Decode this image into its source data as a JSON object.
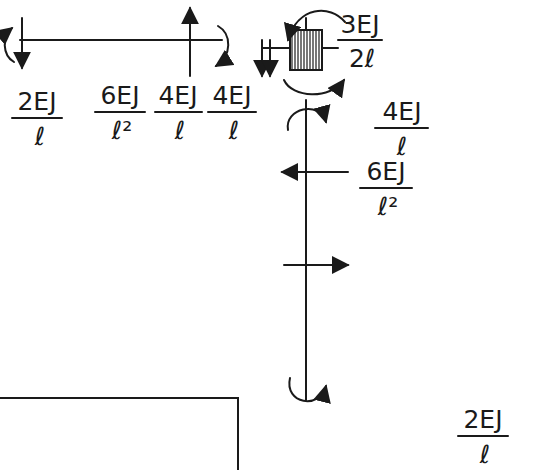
{
  "diagram": {
    "labels": [
      "3EJ",
      "2ℓ",
      "2EJ",
      "ℓ",
      "6EJ",
      "ℓ²",
      "4EJ",
      "ℓ",
      "4EJ",
      "ℓ",
      "4EJ",
      "ℓ",
      "6EJ",
      "ℓ²",
      "2EJ",
      "ℓ"
    ]
  }
}
